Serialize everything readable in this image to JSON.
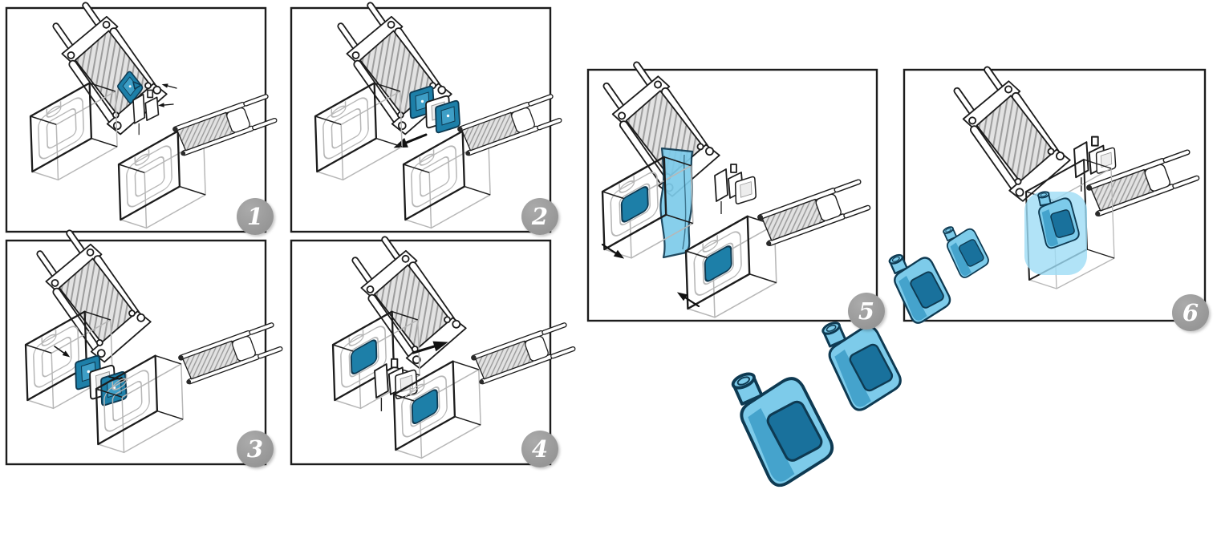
{
  "figure": {
    "kind": "process-diagram",
    "step_count": 6
  },
  "panels": [
    {
      "badge": "1"
    },
    {
      "badge": "2"
    },
    {
      "badge": "3"
    },
    {
      "badge": "4"
    },
    {
      "badge": "5"
    },
    {
      "badge": "6"
    }
  ],
  "colors": {
    "ink": "#1c1c1c",
    "ghost": "#b7b7b7",
    "accent": "#1d7fa8",
    "inkblue": "#0e3a52",
    "sky": "#7dcbea",
    "mid": "#3f9fc9",
    "deep": "#19719c",
    "halo": "#9edcf5",
    "badge": "#969696",
    "hatchbg": "#e2e2e2",
    "hatchline": "#9d9d9d"
  }
}
